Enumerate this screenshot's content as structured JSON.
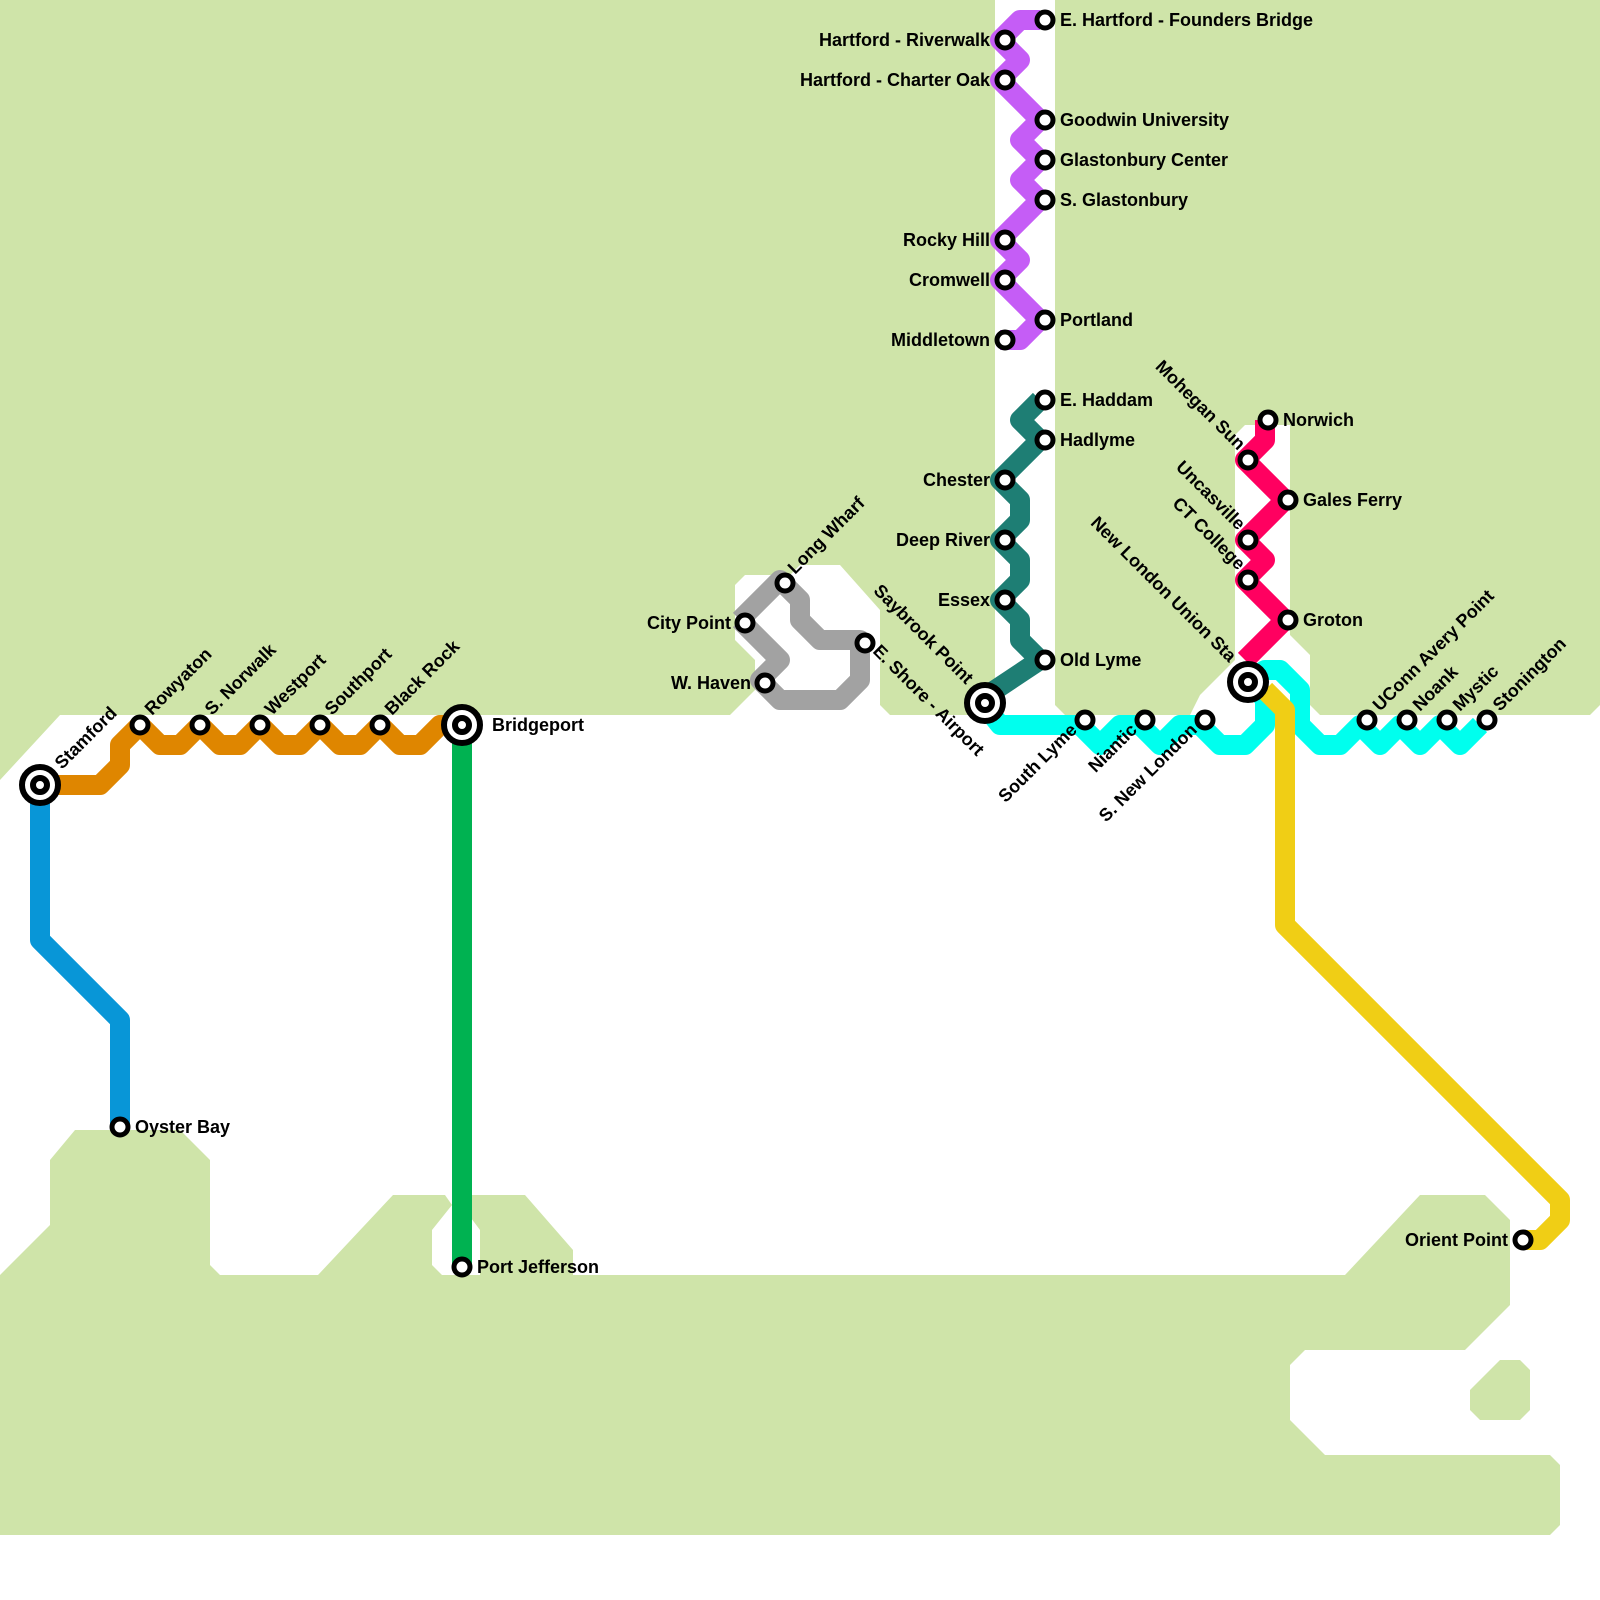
{
  "map": {
    "title": "Connecticut / Long Island transit map",
    "colors": {
      "land": "#cfe4a9",
      "water": "#ffffff",
      "station_outline": "#000000"
    },
    "lines": [
      {
        "id": "blue",
        "color": "#0896d7",
        "stations": [
          "Stamford",
          "Oyster Bay"
        ]
      },
      {
        "id": "orange",
        "color": "#df8600",
        "stations": [
          "Stamford",
          "Rowyaton",
          "S. Norwalk",
          "Westport",
          "Southport",
          "Black Rock",
          "Bridgeport"
        ]
      },
      {
        "id": "green",
        "color": "#00b251",
        "stations": [
          "Bridgeport",
          "Port Jefferson"
        ]
      },
      {
        "id": "gray",
        "color": "#a2a2a2",
        "stations": [
          "City Point",
          "Long Wharf",
          "E. Shore - Airport",
          "W. Haven"
        ]
      },
      {
        "id": "purple",
        "color": "#c55df6",
        "stations": [
          "E. Hartford - Founders Bridge",
          "Hartford - Riverwalk",
          "Hartford - Charter Oak",
          "Goodwin University",
          "Glastonbury Center",
          "S. Glastonbury",
          "Rocky Hill",
          "Cromwell",
          "Portland",
          "Middletown"
        ]
      },
      {
        "id": "teal",
        "color": "#1e7e74",
        "stations": [
          "E. Haddam",
          "Hadlyme",
          "Chester",
          "Deep River",
          "Essex",
          "Old Lyme",
          "Saybrook Point"
        ]
      },
      {
        "id": "cyan",
        "color": "#00ffee",
        "stations": [
          "Saybrook Point",
          "South Lyme",
          "Niantic",
          "S. New London",
          "New London Union Sta",
          "UConn Avery Point",
          "Noank",
          "Mystic",
          "Stonington"
        ]
      },
      {
        "id": "magenta",
        "color": "#ff0060",
        "stations": [
          "Norwich",
          "Mohegan Sun",
          "Gales Ferry",
          "Uncasville",
          "CT College",
          "Groton",
          "New London Union Sta"
        ]
      },
      {
        "id": "yellow",
        "color": "#f0ce15",
        "stations": [
          "New London Union Sta",
          "Orient Point"
        ]
      }
    ],
    "interchanges": [
      "Stamford",
      "Bridgeport",
      "Saybrook Point",
      "New London Union Sta"
    ],
    "labels": {
      "stamford": "Stamford",
      "rowyaton": "Rowyaton",
      "s_norwalk": "S. Norwalk",
      "westport": "Westport",
      "southport": "Southport",
      "black_rock": "Black Rock",
      "bridgeport": "Bridgeport",
      "oyster_bay": "Oyster Bay",
      "port_jefferson": "Port Jefferson",
      "city_point": "City Point",
      "long_wharf": "Long Wharf",
      "w_haven": "W. Haven",
      "e_shore_airport": "E. Shore - Airport",
      "e_hartford": "E. Hartford - Founders Bridge",
      "hartford_riverwalk": "Hartford - Riverwalk",
      "hartford_charter_oak": "Hartford - Charter Oak",
      "goodwin": "Goodwin University",
      "glastonbury_center": "Glastonbury Center",
      "s_glastonbury": "S. Glastonbury",
      "rocky_hill": "Rocky Hill",
      "cromwell": "Cromwell",
      "portland": "Portland",
      "middletown": "Middletown",
      "e_haddam": "E. Haddam",
      "hadlyme": "Hadlyme",
      "chester": "Chester",
      "deep_river": "Deep River",
      "essex": "Essex",
      "old_lyme": "Old Lyme",
      "saybrook_point": "Saybrook Point",
      "south_lyme": "South Lyme",
      "niantic": "Niantic",
      "s_new_london": "S. New London",
      "new_london_union": "New London Union Sta",
      "mohegan_sun": "Mohegan Sun",
      "norwich": "Norwich",
      "gales_ferry": "Gales Ferry",
      "uncasville": "Uncasville",
      "ct_college": "CT College",
      "groton": "Groton",
      "uconn_avery": "UConn Avery Point",
      "noank": "Noank",
      "mystic": "Mystic",
      "stonington": "Stonington",
      "orient_point": "Orient Point"
    }
  }
}
